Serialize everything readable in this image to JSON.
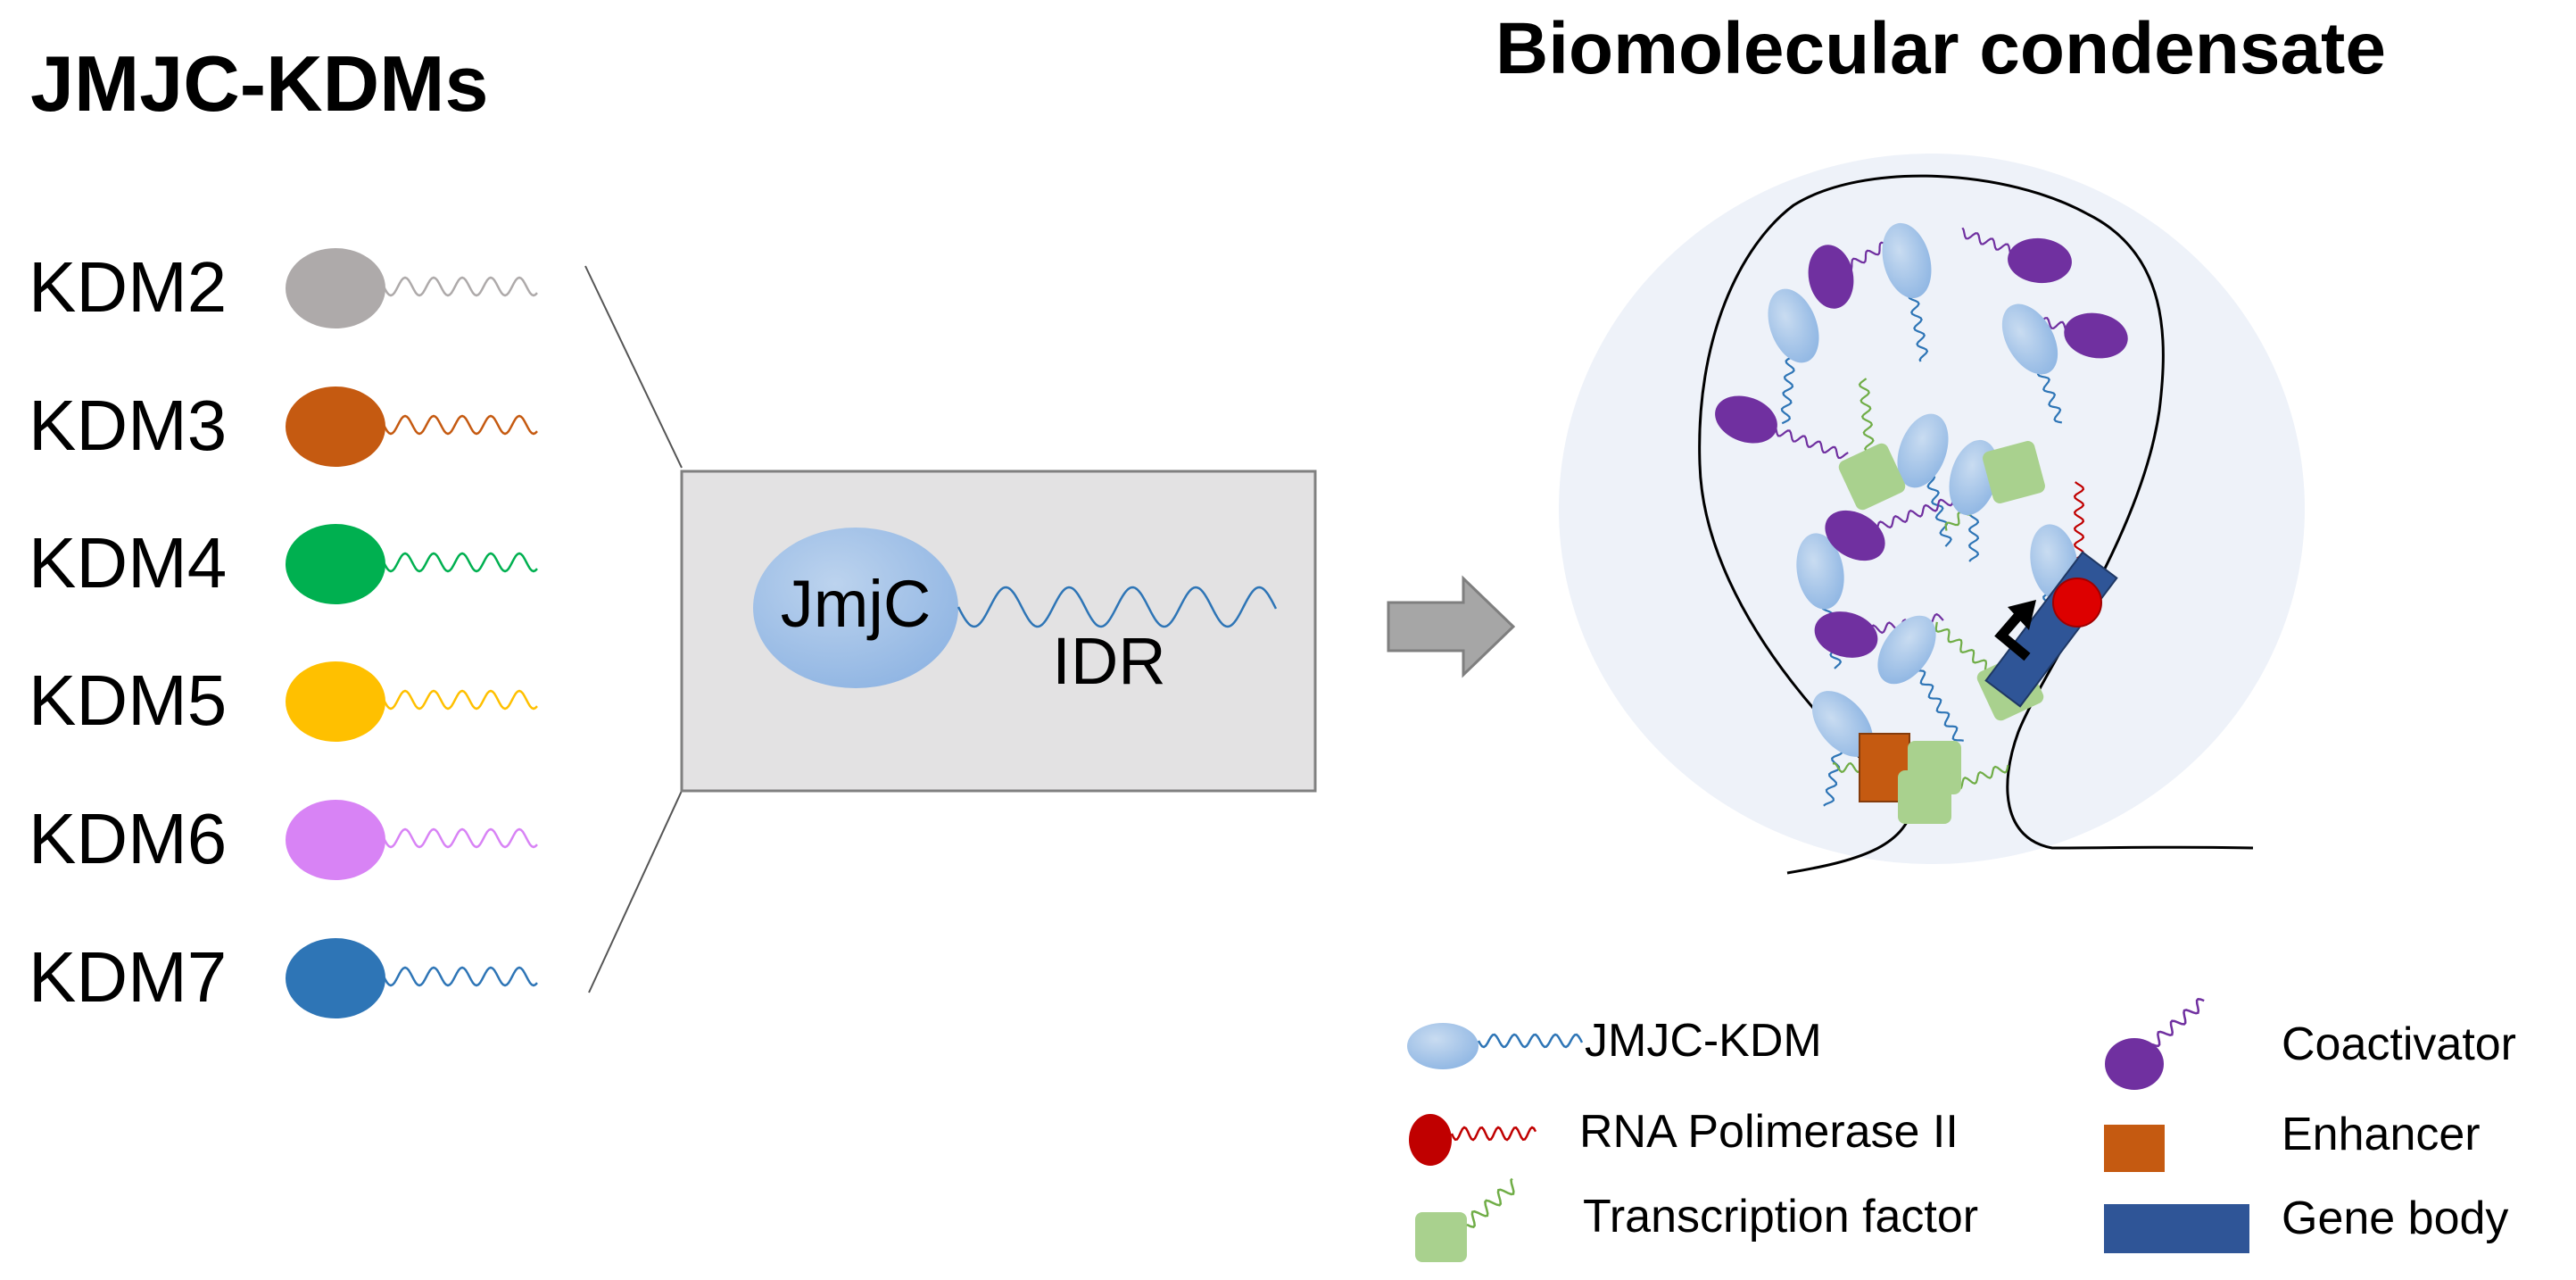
{
  "left_title": "JMJC-KDMs",
  "right_title": "Biomolecular condensate",
  "kdm_family": [
    {
      "label": "KDM2",
      "color": "#aeaaaa"
    },
    {
      "label": "KDM3",
      "color": "#c55a11"
    },
    {
      "label": "KDM4",
      "color": "#00b050"
    },
    {
      "label": "KDM5",
      "color": "#ffc000"
    },
    {
      "label": "KDM6",
      "color": "#d883f5"
    },
    {
      "label": "KDM7",
      "color": "#2e75b6"
    }
  ],
  "domain_box": {
    "domain_label": "JmjC",
    "tail_label": "IDR"
  },
  "legend": [
    {
      "label": "JMJC-KDM",
      "icon": "jmjc-kdm-icon"
    },
    {
      "label": "RNA Polimerase II",
      "icon": "rna-polymerase-icon"
    },
    {
      "label": "Transcription factor",
      "icon": "transcription-factor-icon"
    },
    {
      "label": "Coactivator",
      "icon": "coactivator-icon"
    },
    {
      "label": "Enhancer",
      "icon": "enhancer-icon"
    },
    {
      "label": "Gene body",
      "icon": "gene-body-icon"
    }
  ],
  "colors": {
    "jmjc_kdm": "#9dc3e6",
    "coactivator": "#7030a0",
    "rna_polymerase": "#c00000",
    "transcription_factor": "#a9d18e",
    "enhancer": "#c55a11",
    "gene_body": "#2f5597",
    "condensate_bg": "#eef2f9",
    "box_fill": "#e3e2e3"
  }
}
